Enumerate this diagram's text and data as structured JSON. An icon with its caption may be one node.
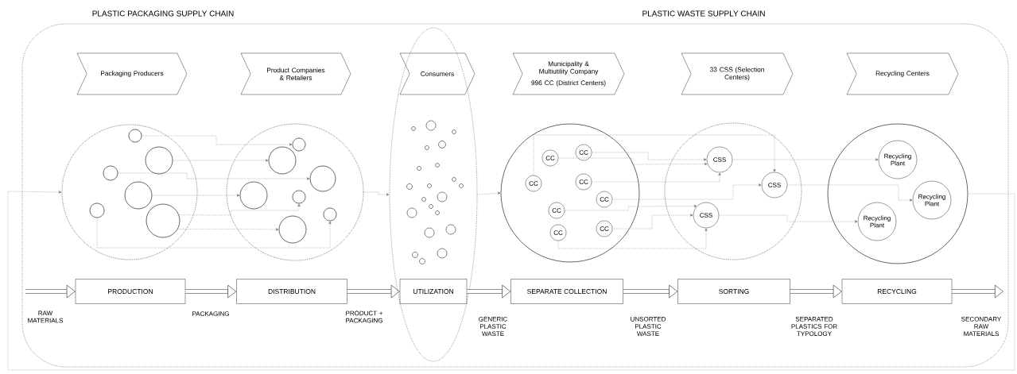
{
  "diagram": {
    "nodes": [
      {
        "text": [],
        "shape": "box"
      },
      {
        "text": [],
        "shape": "ellipse",
        "in": 0
      },
      {
        "text": [
          "Packaging Producers"
        ],
        "in": 0
      },
      {
        "text": [
          "Product Companies & Retailers"
        ],
        "in": 0
      },
      {
        "text": [
          "Consumers"
        ],
        "in": 1
      },
      {
        "text": [
          "Municipality & Multiutility Company",
          "996 CC (District Centers)"
        ],
        "in": 0
      },
      {
        "text": [
          "33 CSS (Selection Centers)"
        ],
        "in": 0
      },
      {
        "text": [
          "Recycling Centers"
        ],
        "in": 0
      },
      {
        "text": [],
        "shape": "circle",
        "in": 0
      },
      {
        "text": [],
        "shape": "circle",
        "in": 8
      },
      {
        "text": [],
        "shape": "circle",
        "in": 8
      },
      {
        "text": [],
        "shape": "circle",
        "in": 8
      },
      {
        "text": [],
        "shape": "circle",
        "in": 8
      },
      {
        "text": [],
        "shape": "circle",
        "in": 8
      },
      {
        "text": [],
        "shape": "circle",
        "in": 8
      },
      {
        "text": [],
        "shape": "circle",
        "in": 0
      },
      {
        "text": [],
        "shape": "circle",
        "in": 15
      },
      {
        "text": [],
        "shape": "circle",
        "in": 15
      },
      {
        "text": [],
        "shape": "circle",
        "in": 15
      },
      {
        "text": [],
        "shape": "circle",
        "in": 15
      },
      {
        "text": [],
        "shape": "circle",
        "in": 15
      },
      {
        "text": [],
        "shape": "circle",
        "in": 15
      },
      {
        "text": [],
        "shape": "circle",
        "in": 15
      },
      {
        "text": [],
        "shape": "circle",
        "in": 0
      },
      {
        "text": [
          "CC"
        ],
        "in": 23
      },
      {
        "text": [
          "CC"
        ],
        "in": 23
      },
      {
        "text": [
          "CC"
        ],
        "in": 23
      },
      {
        "text": [
          "CC"
        ],
        "in": 23
      },
      {
        "text": [
          "CC"
        ],
        "in": 23
      },
      {
        "text": [
          "CC"
        ],
        "in": 23
      },
      {
        "text": [
          "CC"
        ],
        "in": 23
      },
      {
        "text": [
          "CC"
        ],
        "in": 23
      },
      {
        "text": [],
        "shape": "circle",
        "in": 0
      },
      {
        "text": [
          "CSS"
        ],
        "in": 32
      },
      {
        "text": [
          "CSS"
        ],
        "in": 32
      },
      {
        "text": [
          "CSS"
        ],
        "in": 32
      },
      {
        "text": [],
        "shape": "circle",
        "in": 0
      },
      {
        "text": [
          "Recycling Plant"
        ],
        "in": 36
      },
      {
        "text": [
          "Recycling Plant"
        ],
        "in": 36
      },
      {
        "text": [
          "Recycling Plant"
        ],
        "in": 36
      },
      {
        "text": [
          "PRODUCTION"
        ],
        "in": 0
      },
      {
        "text": [
          "DISTRIBUTION"
        ],
        "in": 0
      },
      {
        "text": [
          "UTILIZATION"
        ],
        "in": 1
      },
      {
        "text": [
          "SEPARATE COLLECTION"
        ],
        "in": 0
      },
      {
        "text": [
          "SORTING"
        ],
        "in": 0
      },
      {
        "text": [
          "RECYCLING"
        ],
        "in": 0
      }
    ],
    "edges": [
      {
        "from": 9,
        "to": 16,
        "arrow": "to",
        "style": "dashed"
      },
      {
        "from": 10,
        "to": 17,
        "arrow": "to",
        "style": "dashed"
      },
      {
        "from": 11,
        "to": 18,
        "arrow": "to",
        "style": "dashed"
      },
      {
        "from": 12,
        "to": 19,
        "arrow": "to",
        "style": "dashed"
      },
      {
        "from": 14,
        "to": 20,
        "arrow": "to",
        "style": "dashed"
      },
      {
        "from": 14,
        "to": 21,
        "arrow": "to",
        "style": "dashed"
      },
      {
        "from": 13,
        "to": 22,
        "arrow": "to",
        "style": "dashed"
      },
      {
        "from": 36,
        "to": 8,
        "arrow": "to",
        "style": "dashed"
      },
      {
        "from": 15,
        "to": 1,
        "arrow": "to",
        "style": "dashed"
      },
      {
        "from": 1,
        "to": 23,
        "arrow": "to",
        "style": "dashed"
      },
      {
        "from": 26,
        "to": 34,
        "arrow": "to",
        "style": "dashed"
      },
      {
        "from": 25,
        "to": 33,
        "arrow": "to",
        "style": "dashed"
      },
      {
        "from": 24,
        "to": 33,
        "arrow": "to",
        "style": "dashed"
      },
      {
        "from": 27,
        "to": 33,
        "arrow": "to",
        "style": "dashed"
      },
      {
        "from": 28,
        "to": 34,
        "arrow": "to",
        "style": "dashed"
      },
      {
        "from": 29,
        "to": 35,
        "arrow": "to",
        "style": "dashed"
      },
      {
        "from": 31,
        "to": 35,
        "arrow": "to",
        "style": "dashed"
      },
      {
        "from": 30,
        "to": 35,
        "arrow": "to",
        "style": "dashed"
      },
      {
        "from": 33,
        "to": 37,
        "arrow": "to",
        "style": "dashed"
      },
      {
        "from": 34,
        "to": 38,
        "arrow": "to",
        "style": "dashed"
      },
      {
        "from": 35,
        "to": 39,
        "arrow": "to",
        "style": "dashed"
      },
      {
        "from": null,
        "to": 40,
        "arrow": "to",
        "label": "RAW MATERIALS",
        "style": "thick"
      },
      {
        "from": 40,
        "to": 41,
        "arrow": "to",
        "label": "PACKAGING",
        "style": "thick"
      },
      {
        "from": 41,
        "to": 42,
        "arrow": "to",
        "label": "PRODUCT + PACKAGING",
        "style": "thick"
      },
      {
        "from": 42,
        "to": 43,
        "arrow": "to",
        "label": "GENERIC PLASTIC WASTE",
        "style": "thick"
      },
      {
        "from": 43,
        "to": 44,
        "arrow": "to",
        "label": "UNSORTED PLASTIC WASTE",
        "style": "thick"
      },
      {
        "from": 44,
        "to": 45,
        "arrow": "to",
        "label": "SEPARATED PLASTICS FOR TYPOLOGY",
        "style": "thick"
      },
      {
        "from": 45,
        "to": null,
        "arrow": "to",
        "label": "SECONDARY RAW MATERIALS",
        "style": "thick"
      }
    ],
    "labels": [
      "PLASTIC PACKAGING SUPPLY CHAIN",
      "PLASTIC WASTE SUPPLY CHAIN"
    ]
  }
}
